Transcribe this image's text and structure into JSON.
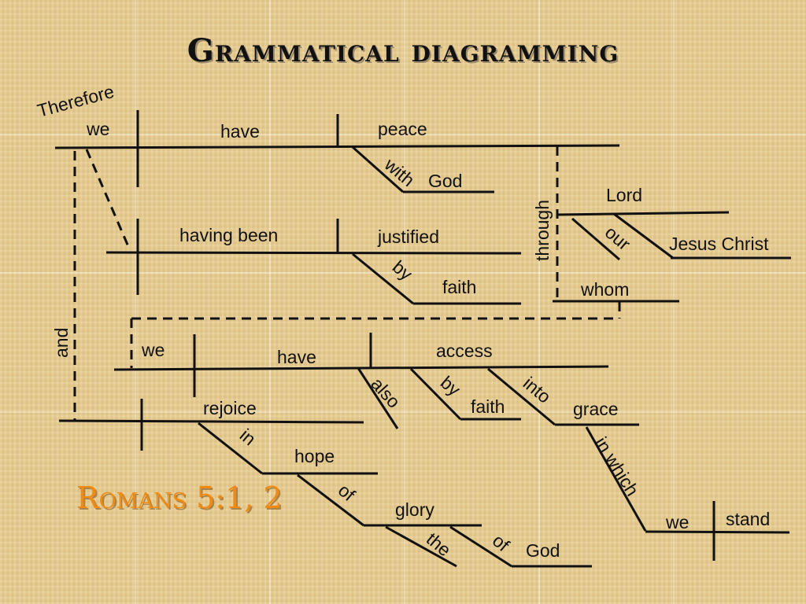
{
  "slide": {
    "title": "Grammatical diagramming",
    "reference": "Romans 5:1, 2"
  },
  "diagram": {
    "words": {
      "therefore": "Therefore",
      "we1": "we",
      "have1": "have",
      "peace": "peace",
      "with": "with",
      "god1": "God",
      "through": "through",
      "lord": "Lord",
      "our": "our",
      "jesus_christ": "Jesus Christ",
      "whom": "whom",
      "having_been": "having been",
      "justified": "justified",
      "by1": "by",
      "faith1": "faith",
      "and": "and",
      "we2": "we",
      "have2": "have",
      "access": "access",
      "also": "also",
      "by2": "by",
      "faith2": "faith",
      "into": "into",
      "grace": "grace",
      "rejoice": "rejoice",
      "in": "in",
      "hope": "hope",
      "of1": "of",
      "glory": "glory",
      "the": "the",
      "of2": "of",
      "god2": "God",
      "in_which": "in which",
      "we3": "we",
      "stand": "stand"
    }
  }
}
